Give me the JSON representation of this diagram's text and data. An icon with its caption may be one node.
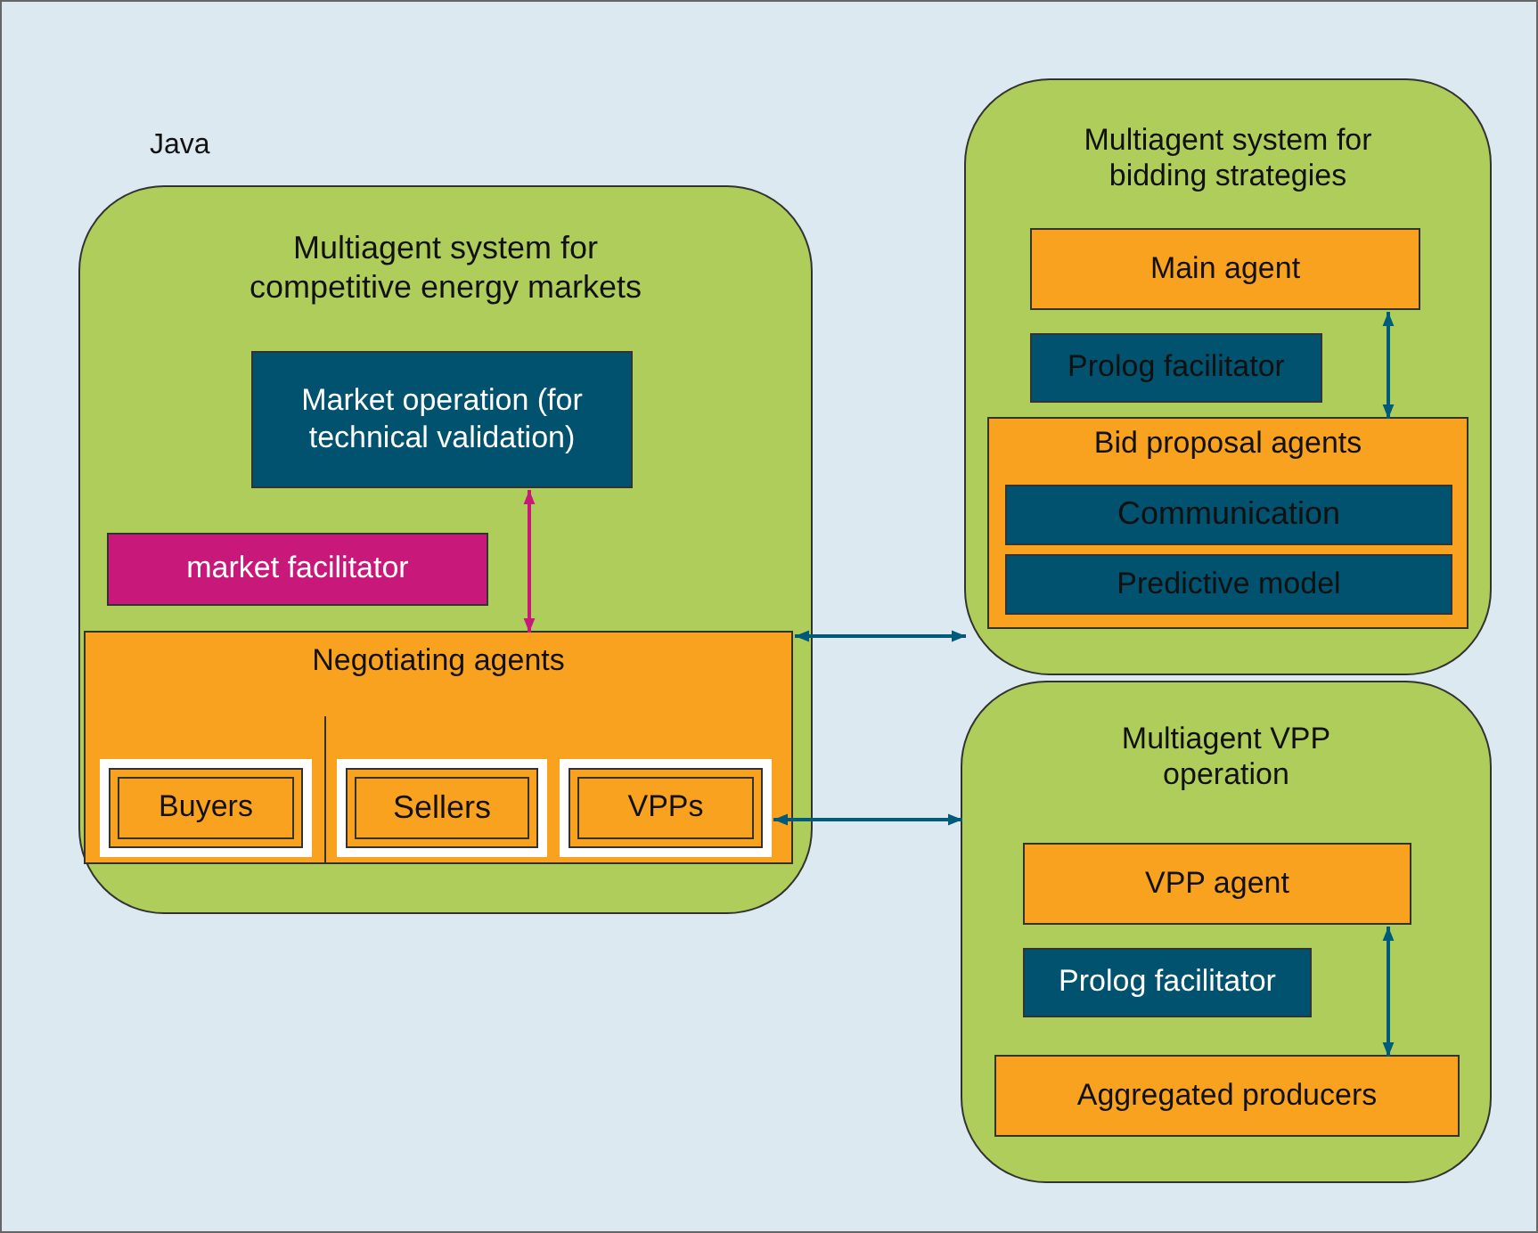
{
  "diagram": {
    "nodes": [
      {
        "text": [
          "Multiagent system for competitive energy markets"
        ]
      },
      {
        "text": [
          "Market operation (for technical validation)"
        ],
        "in": 0
      },
      {
        "text": [
          "market facilitator"
        ],
        "in": 0
      },
      {
        "text": [
          "Negotiating agents"
        ],
        "in": 0
      },
      {
        "text": [
          "Buyers"
        ],
        "in": 3
      },
      {
        "text": [
          "Sellers"
        ],
        "in": 3
      },
      {
        "text": [
          "VPPs"
        ],
        "in": 3
      },
      {
        "text": [
          "Multiagent system for bidding strategies"
        ]
      },
      {
        "text": [
          "Main agent"
        ],
        "in": 7
      },
      {
        "text": [
          "Prolog facilitator"
        ],
        "in": 7
      },
      {
        "text": [
          "Bid proposal agents"
        ],
        "in": 7
      },
      {
        "text": [
          "Communication"
        ],
        "in": 10
      },
      {
        "text": [
          "Predictive model"
        ],
        "in": 10
      },
      {
        "text": [
          "Multiagent VPP operation"
        ]
      },
      {
        "text": [
          "VPP agent"
        ],
        "in": 13
      },
      {
        "text": [
          "Prolog facilitator"
        ],
        "in": 13
      },
      {
        "text": [
          "Aggregated producers"
        ],
        "in": 13
      }
    ],
    "edges": [
      {
        "from": 1,
        "to": 3,
        "arrow": "both",
        "color": "#c8197a"
      },
      {
        "from": 8,
        "to": 10,
        "arrow": "both"
      },
      {
        "from": 3,
        "to": 7,
        "arrow": "both"
      },
      {
        "from": 6,
        "to": 13,
        "arrow": "both"
      },
      {
        "from": 14,
        "to": 16,
        "arrow": "both"
      }
    ],
    "labels": [
      "Java"
    ]
  }
}
